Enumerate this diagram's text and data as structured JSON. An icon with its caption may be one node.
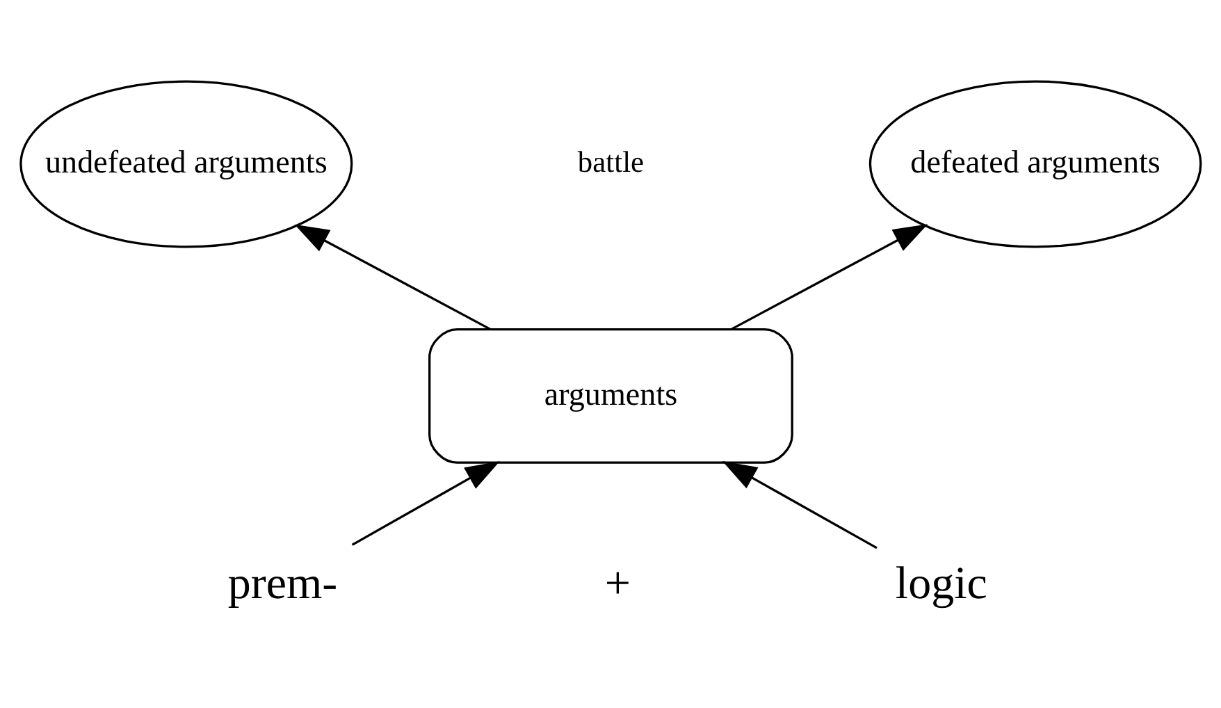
{
  "diagram": {
    "nodes": [
      {
        "text": [
          "undefeated arguments"
        ]
      },
      {
        "text": [
          "defeated arguments"
        ]
      },
      {
        "text": [
          "arguments"
        ]
      },
      {
        "text": [
          "prem-"
        ]
      },
      {
        "text": [
          "logic"
        ]
      }
    ],
    "edges": [
      {
        "from": 2,
        "to": 0,
        "arrow": "to"
      },
      {
        "from": 2,
        "to": 1,
        "arrow": "to"
      },
      {
        "from": 3,
        "to": 2,
        "arrow": "to"
      },
      {
        "from": 4,
        "to": 2,
        "arrow": "to"
      }
    ],
    "labels": [
      "battle",
      "+"
    ]
  }
}
